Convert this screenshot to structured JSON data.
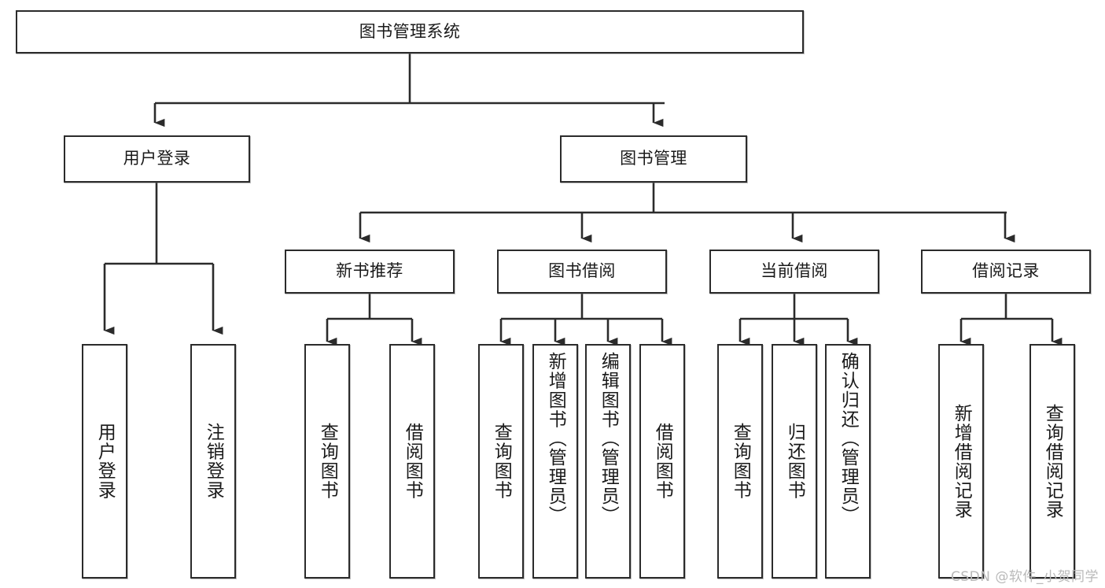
{
  "diagram": {
    "title": "图书管理系统",
    "watermark": "CSDN @软件_小贺同学",
    "colors": {
      "stroke": "#2b2b2b",
      "fill": "#ffffff",
      "text": "#1a1a1a",
      "watermark": "#b9b9b9"
    },
    "nodes": {
      "root": {
        "label": "图书管理系统"
      },
      "level1": [
        {
          "label": "用户登录"
        },
        {
          "label": "图书管理"
        }
      ],
      "level2": [
        {
          "label": "新书推荐"
        },
        {
          "label": "图书借阅"
        },
        {
          "label": "当前借阅"
        },
        {
          "label": "借阅记录"
        }
      ],
      "leaves": {
        "user_login": [
          {
            "label": "用户登录"
          },
          {
            "label": "注销登录"
          }
        ],
        "new_book_recommend": [
          {
            "label": "查询图书"
          },
          {
            "label": "借阅图书"
          }
        ],
        "book_borrow": [
          {
            "label": "查询图书"
          },
          {
            "label": "新增图书（管理员）"
          },
          {
            "label": "编辑图书（管理员）"
          },
          {
            "label": "借阅图书"
          }
        ],
        "current_borrow": [
          {
            "label": "查询图书"
          },
          {
            "label": "归还图书"
          },
          {
            "label": "确认归还（管理员）"
          }
        ],
        "borrow_record": [
          {
            "label": "新增借阅记录"
          },
          {
            "label": "查询借阅记录"
          }
        ]
      }
    }
  }
}
